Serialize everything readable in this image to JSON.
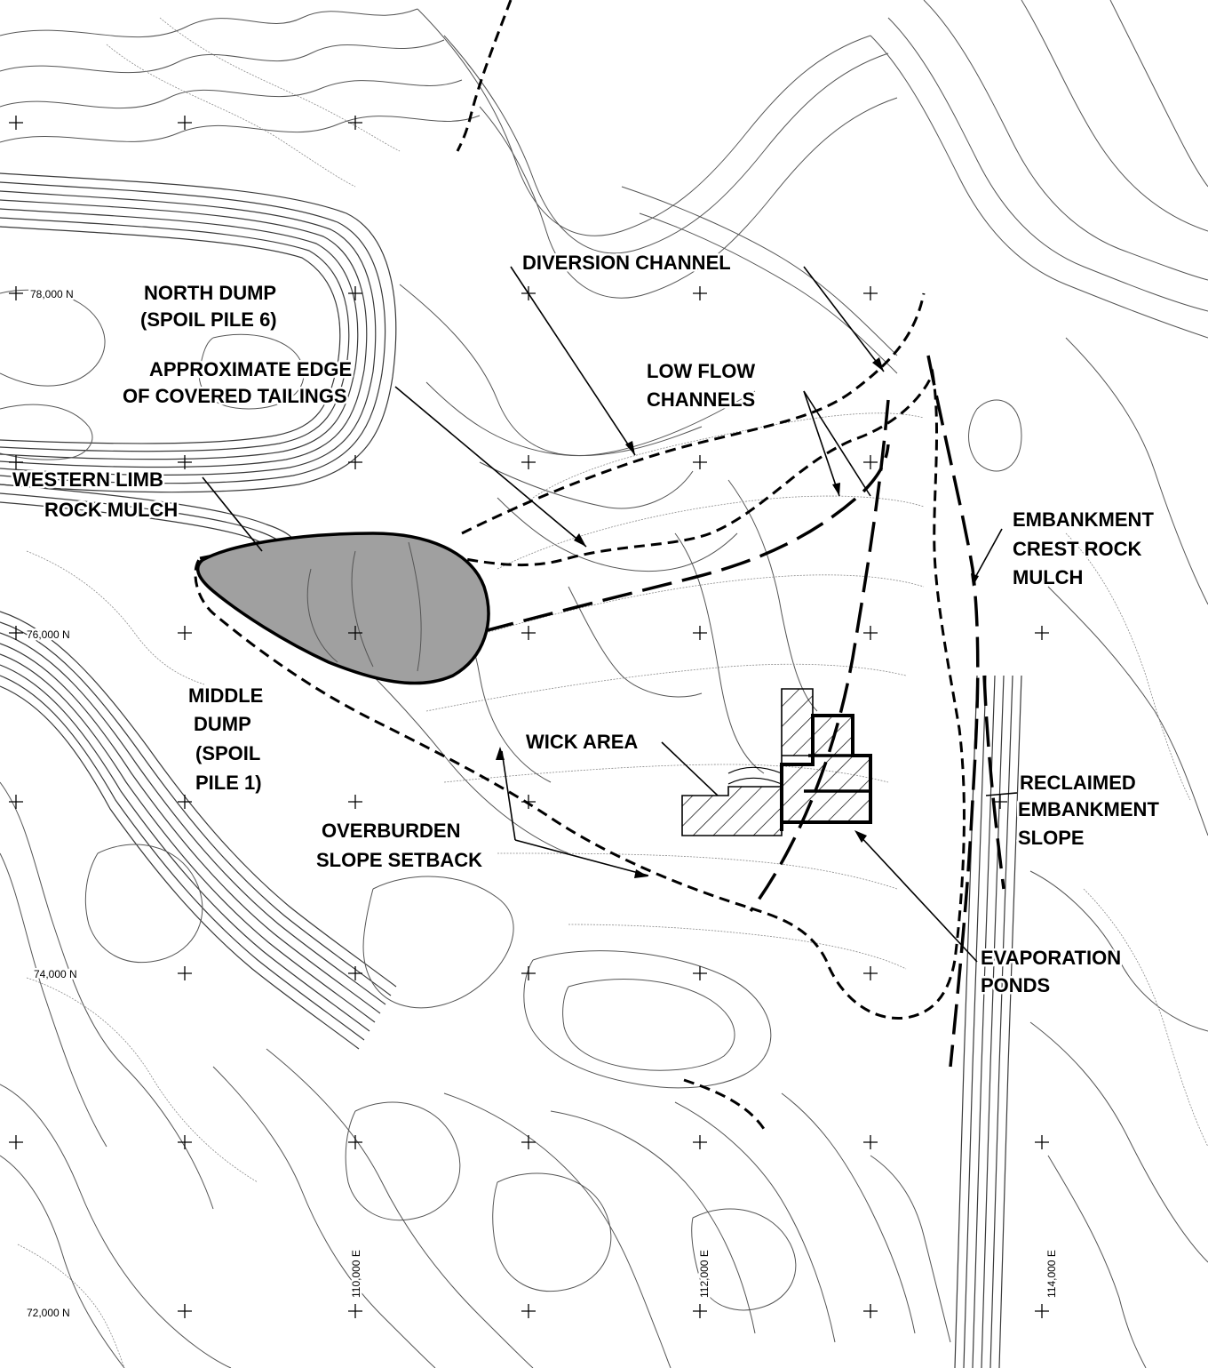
{
  "labels": {
    "north_dump_1": "NORTH DUMP",
    "north_dump_2": "(SPOIL PILE 6)",
    "diversion_channel": "DIVERSION CHANNEL",
    "approx_edge_1": "APPROXIMATE EDGE",
    "approx_edge_2": "OF COVERED TAILINGS",
    "low_flow_1": "LOW FLOW",
    "low_flow_2": "CHANNELS",
    "western_limb_1": "WESTERN LIMB",
    "western_limb_2": "ROCK MULCH",
    "embankment_crest_1": "EMBANKMENT",
    "embankment_crest_2": "CREST ROCK",
    "embankment_crest_3": "MULCH",
    "middle_dump_1": "MIDDLE",
    "middle_dump_2": "DUMP",
    "middle_dump_3": "(SPOIL",
    "middle_dump_4": "PILE 1)",
    "wick_area": "WICK AREA",
    "reclaimed_1": "RECLAIMED",
    "reclaimed_2": "EMBANKMENT",
    "reclaimed_3": "SLOPE",
    "overburden_1": "OVERBURDEN",
    "overburden_2": "SLOPE SETBACK",
    "evaporation_1": "EVAPORATION",
    "evaporation_2": "PONDS"
  },
  "coordinates": {
    "n78000": "78,000 N",
    "n76000": "76,000 N",
    "n74000": "74,000 N",
    "n72000": "72,000 N",
    "e110000": "110,000 E",
    "e112000": "112,000 E",
    "e114000": "114,000 E"
  },
  "colors": {
    "background": "#ffffff",
    "ink": "#000000",
    "contour": "#555555",
    "mulch_fill": "#a0a0a0"
  }
}
